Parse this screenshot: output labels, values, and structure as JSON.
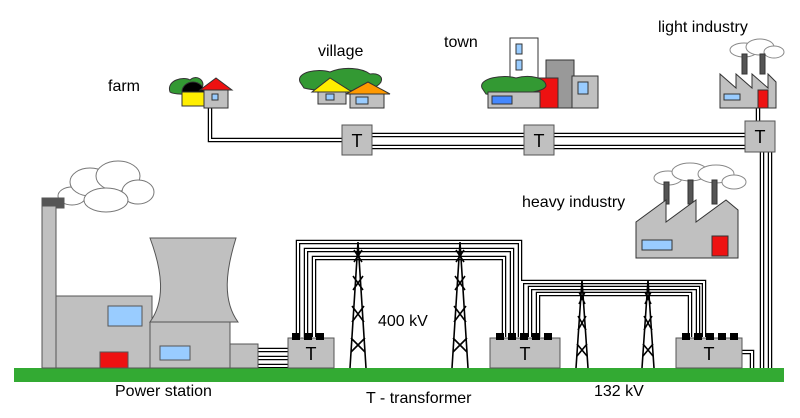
{
  "labels": {
    "farm": "farm",
    "village": "village",
    "town": "town",
    "light_industry": "light industry",
    "heavy_industry": "heavy industry",
    "voltage_high": "400 kV",
    "voltage_mid": "132 kV",
    "power_station": "Power station",
    "legend": "T - transformer"
  },
  "transformer_letter": "T",
  "colors": {
    "ground": "#33aa33",
    "building": "#c0c0c0",
    "window": "#99ccff",
    "door_red": "#ee1111",
    "tree": "#339933",
    "roof_red": "#ee1111",
    "roof_yellow": "#ffee00",
    "roof_orange": "#ff9900",
    "farmhouse_yellow": "#ffee00"
  }
}
